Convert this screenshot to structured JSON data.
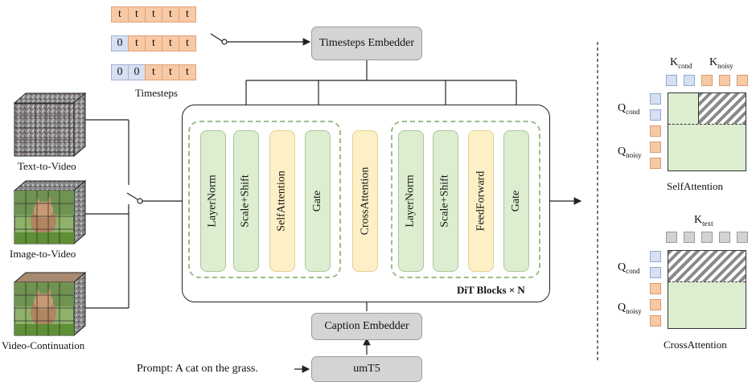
{
  "timesteps": {
    "rows": [
      [
        "t",
        "t",
        "t",
        "t",
        "t"
      ],
      [
        "0",
        "t",
        "t",
        "t",
        "t"
      ],
      [
        "0",
        "0",
        "t",
        "t",
        "t"
      ]
    ],
    "label": "Timesteps"
  },
  "boxes": {
    "timesteps_embedder": "Timesteps Embedder",
    "caption_embedder": "Caption Embedder",
    "umt5": "umT5"
  },
  "prompt": "Prompt: A cat on the grass.",
  "tasks": [
    "Text-to-Video",
    "Image-to-Video",
    "Video-Continuation"
  ],
  "dit": {
    "label": "DiT Blocks × N",
    "blocks": [
      "LayerNorm",
      "Scale+Shift",
      "SelfAttention",
      "Gate",
      "CrossAttention",
      "LayerNorm",
      "Scale+Shift",
      "FeedForward",
      "Gate"
    ]
  },
  "self_attention": {
    "title": "SelfAttention",
    "k_cond": "K",
    "k_cond_sub": "cond",
    "k_noisy": "K",
    "k_noisy_sub": "noisy",
    "q_cond": "Q",
    "q_cond_sub": "cond",
    "q_noisy": "Q",
    "q_noisy_sub": "noisy"
  },
  "cross_attention": {
    "title": "CrossAttention",
    "k_text": "K",
    "k_text_sub": "text",
    "q_cond": "Q",
    "q_cond_sub": "cond",
    "q_noisy": "Q",
    "q_noisy_sub": "noisy"
  },
  "colors": {
    "orange": "#f7c9a4",
    "blue": "#d5e0f2",
    "green": "#dcedd0",
    "yellow": "#fdf0c6",
    "gray": "#d4d4d4",
    "dash": "#9dbd88"
  }
}
